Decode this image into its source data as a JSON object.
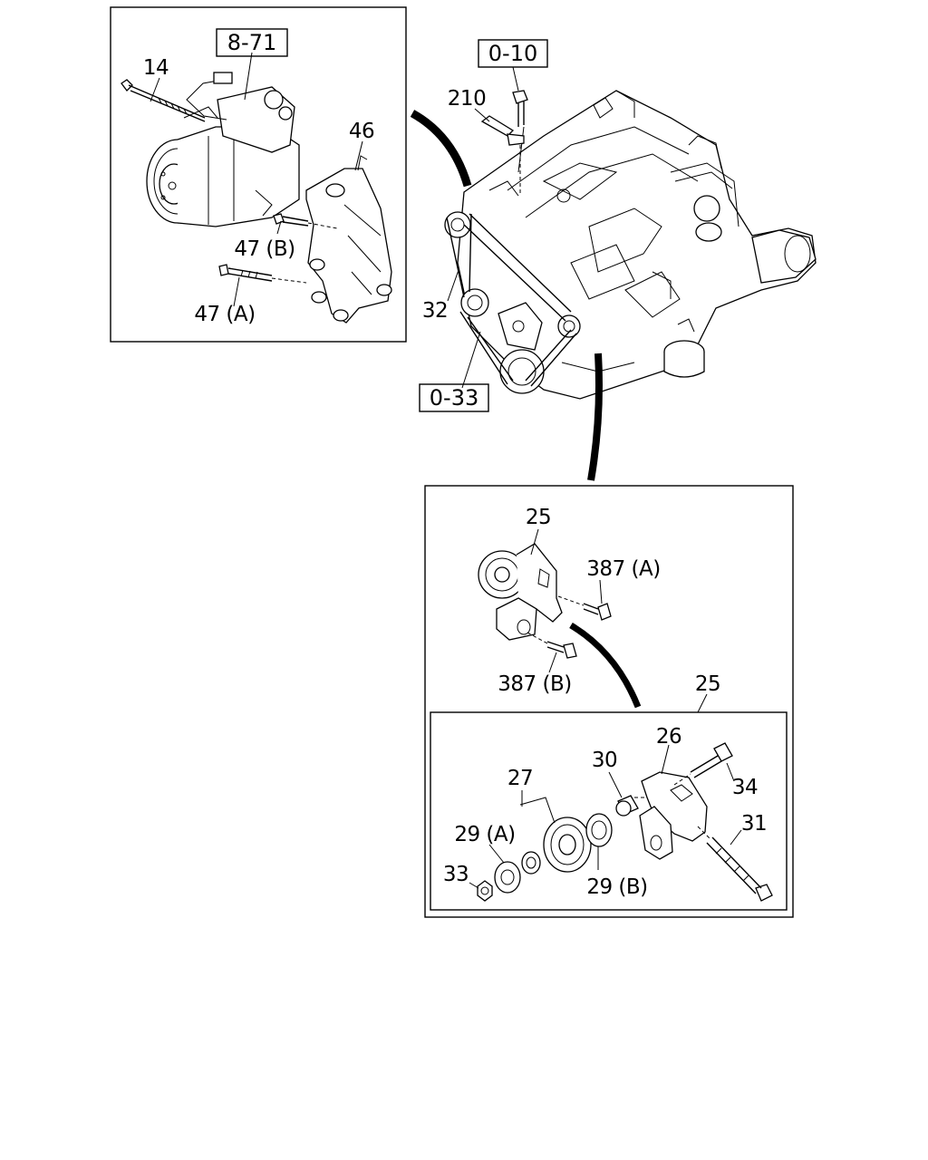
{
  "refs": {
    "r871": "8-71",
    "r010": "0-10",
    "r033": "0-33"
  },
  "labels": {
    "l14": "14",
    "l46": "46",
    "l47b": "47 (B)",
    "l47a": "47 (A)",
    "l210": "210",
    "l32": "32",
    "l25a": "25",
    "l387a": "387 (A)",
    "l387b": "387 (B)",
    "l25b": "25",
    "l26": "26",
    "l27": "27",
    "l30": "30",
    "l34": "34",
    "l31": "31",
    "l29a": "29 (A)",
    "l29b": "29 (B)",
    "l33": "33"
  }
}
